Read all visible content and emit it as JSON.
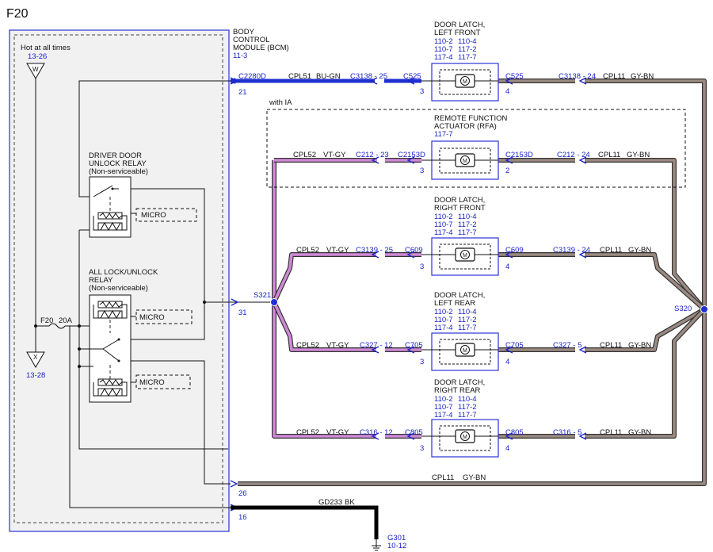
{
  "title": "F20",
  "colors": {
    "blue_wire": "#1f2fd0",
    "violet_wire": "#c27ac6",
    "gray_brown_wire": "#8a7a72",
    "ground_wire": "#000000",
    "ref_blue": "#1a23c9"
  },
  "bcm": {
    "hot_label": "Hot at all times",
    "hot_ref": "13-26",
    "hot_symbol": "W",
    "fuse_id": "F20",
    "fuse_amp": "20A",
    "out_symbol": "X",
    "out_ref": "13-28",
    "title_line1": "BODY",
    "title_line2": "CONTROL",
    "title_line3": "MODULE (BCM)",
    "title_ref": "11-3",
    "relay1_line1": "DRIVER DOOR",
    "relay1_line2": "UNLOCK RELAY",
    "relay1_line3": "(Non-serviceable)",
    "relay2_line1": "ALL LOCK/UNLOCK",
    "relay2_line2": "RELAY",
    "relay2_line3": "(Non-serviceable)",
    "micro": "MICRO",
    "pins": {
      "p21": "21",
      "p31": "31",
      "p26": "26",
      "p16": "16"
    },
    "connector_c2280d": "C2280D"
  },
  "wires": {
    "cpl51": "CPL51",
    "bu_gn": "BU-GN",
    "cpl52": "CPL52",
    "vt_gy": "VT-GY",
    "cpl11": "CPL11",
    "gy_bn": "GY-BN",
    "gd233": "GD233",
    "bk": "BK"
  },
  "splices": {
    "s321": "S321",
    "s320": "S320"
  },
  "with_ia": "with IA",
  "ground": {
    "label": "G301",
    "ref": "10-12"
  },
  "components": {
    "left_front": {
      "name_line1": "DOOR LATCH,",
      "name_line2": "LEFT FRONT",
      "ref_col1": [
        "110-2",
        "110-7",
        "117-4"
      ],
      "ref_col2": [
        "110-4",
        "117-2",
        "117-7"
      ],
      "left_conn": "C525",
      "left_pin": "3",
      "right_conn": "C525",
      "right_pin": "4",
      "inline_left": "C3138 - 25",
      "inline_right": "C3138 - 24"
    },
    "rfa": {
      "name_line1": "REMOTE FUNCTION",
      "name_line2": "ACTUATOR (RFA)",
      "ref": "117-7",
      "left_conn": "C2153D",
      "left_pin": "3",
      "right_conn": "C2153D",
      "right_pin": "2",
      "inline_left": "C212 - 23",
      "inline_right": "C212 - 24"
    },
    "right_front": {
      "name_line1": "DOOR LATCH,",
      "name_line2": "RIGHT FRONT",
      "ref_col1": [
        "110-2",
        "110-7",
        "117-4"
      ],
      "ref_col2": [
        "110-4",
        "117-2",
        "117-7"
      ],
      "left_conn": "C609",
      "left_pin": "3",
      "right_conn": "C609",
      "right_pin": "4",
      "inline_left": "C3139 - 25",
      "inline_right": "C3139 - 24"
    },
    "left_rear": {
      "name_line1": "DOOR LATCH,",
      "name_line2": "LEFT REAR",
      "ref_col1": [
        "110-2",
        "110-7",
        "117-4"
      ],
      "ref_col2": [
        "110-4",
        "117-2",
        "117-7"
      ],
      "left_conn": "C705",
      "left_pin": "3",
      "right_conn": "C705",
      "right_pin": "4",
      "inline_left": "C327 - 12",
      "inline_right": "C327 - 5"
    },
    "right_rear": {
      "name_line1": "DOOR LATCH,",
      "name_line2": "RIGHT REAR",
      "ref_col1": [
        "110-2",
        "110-7",
        "117-4"
      ],
      "ref_col2": [
        "110-4",
        "117-2",
        "117-7"
      ],
      "left_conn": "C805",
      "left_pin": "3",
      "right_conn": "C805",
      "right_pin": "4",
      "inline_left": "C316 - 12",
      "inline_right": "C316 - 5"
    }
  },
  "motor_symbol": "M"
}
